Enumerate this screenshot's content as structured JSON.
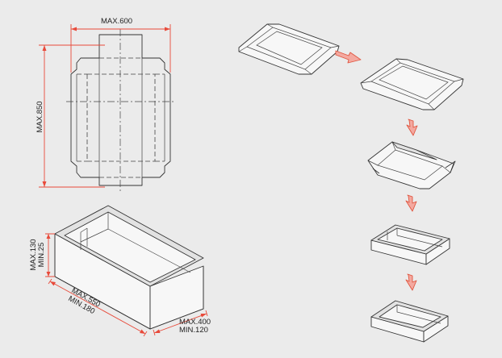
{
  "dimensions": {
    "blank_width": "MAX.600",
    "blank_height": "MAX.850",
    "box_height_max": "MAX.130",
    "box_height_min": "MIN.25",
    "box_length_max": "MAX.550",
    "box_length_min": "MIN.180",
    "box_width_max": "MAX.400",
    "box_width_min": "MIN.120"
  },
  "colors": {
    "dimension_lines": "#e84a3a",
    "arrows": "#f4a9a0",
    "outline": "#333333",
    "background": "#ebebeb"
  },
  "icons": [
    "down-arrow-icon",
    "right-arrow-icon"
  ]
}
